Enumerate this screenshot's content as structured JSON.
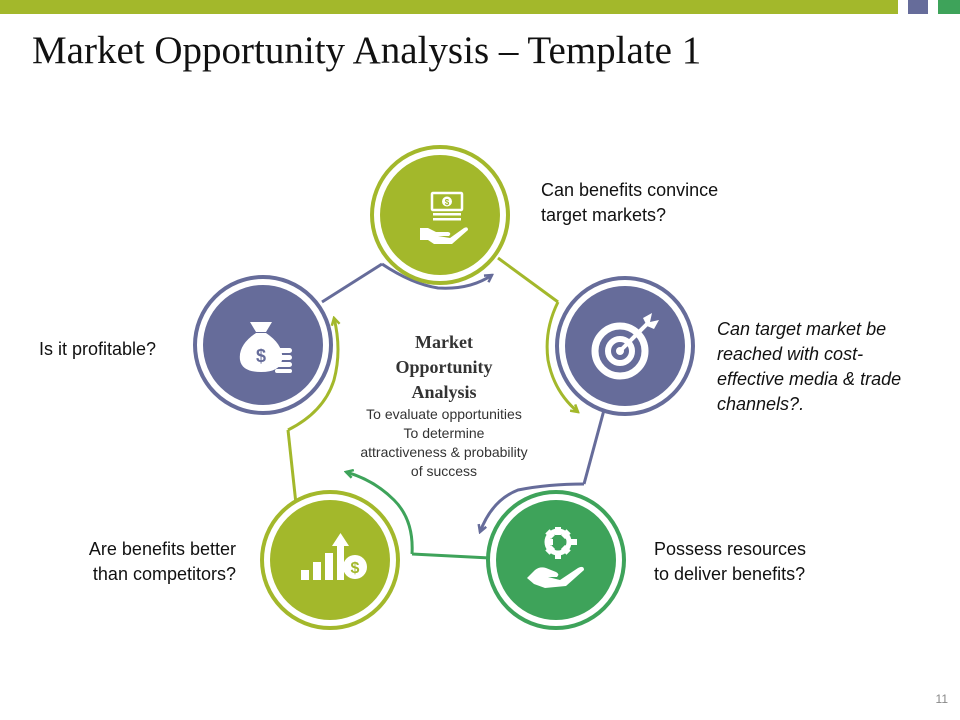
{
  "slide": {
    "title": "Market Opportunity Analysis – Template 1",
    "page_number": "11"
  },
  "center": {
    "title_line1": "Market",
    "title_line2": "Opportunity",
    "title_line3": "Analysis",
    "line1": "To evaluate opportunities",
    "line2": "To determine",
    "line3": "attractiveness & probability",
    "line4": "of success"
  },
  "nodes": [
    {
      "id": "top",
      "icon": "money-hand-icon",
      "color": "#a3b82b",
      "line1": "Can benefits convince",
      "line2": "target markets?"
    },
    {
      "id": "right",
      "icon": "target-icon",
      "color": "#666c9a",
      "line1": "Can target market be",
      "line2": "reached with cost-",
      "line3": "effective media & trade",
      "line4": "channels?."
    },
    {
      "id": "bottom-right",
      "icon": "gear-hand-icon",
      "color": "#3ea35a",
      "line1": "Possess resources",
      "line2": "to deliver benefits?"
    },
    {
      "id": "bottom-left",
      "icon": "growth-chart-icon",
      "color": "#a3b82b",
      "line1": "Are benefits better",
      "line2": "than competitors?"
    },
    {
      "id": "left",
      "icon": "money-bag-icon",
      "color": "#666c9a",
      "line1": "Is it profitable?"
    }
  ],
  "icon_glyphs": {
    "dollar": "$"
  }
}
